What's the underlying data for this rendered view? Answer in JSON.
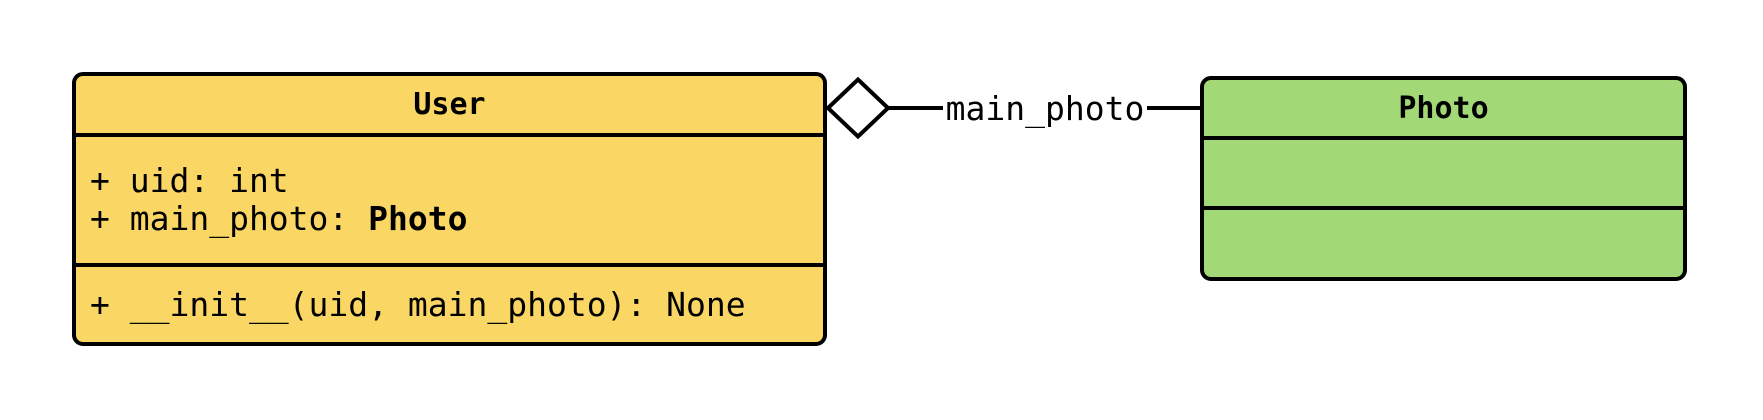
{
  "page": {
    "background": "#FFFFFF"
  },
  "diagram": {
    "type": "uml-class-diagram",
    "stroke": "#000000",
    "classes": [
      {
        "name": "User",
        "fill": "#FAD664",
        "attributes": [
          {
            "text": "+ uid: int",
            "type_ref": ""
          },
          {
            "text": "+ main_photo: ",
            "type_ref": "Photo"
          }
        ],
        "methods": [
          {
            "text": "+ __init__(uid, main_photo): None"
          }
        ]
      },
      {
        "name": "Photo",
        "fill": "#A2D876",
        "attributes": [],
        "methods": []
      }
    ],
    "relations": [
      {
        "from": "User",
        "to": "Photo",
        "label": "main_photo",
        "type": "aggregation",
        "diamond": "hollow",
        "diamond_fill": "#FFFFFF",
        "diamond_side": "User"
      }
    ]
  }
}
